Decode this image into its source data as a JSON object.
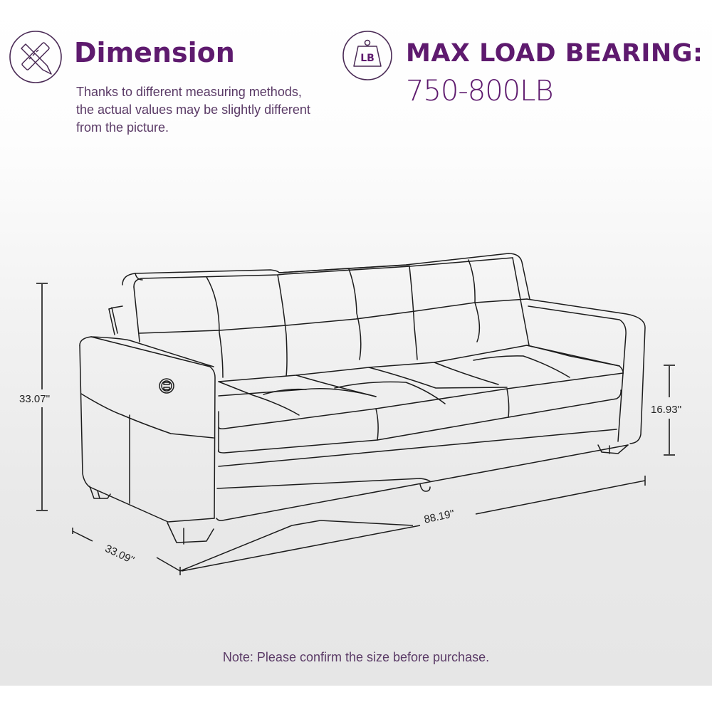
{
  "header": {
    "dimension": {
      "icon": "ruler-pencil-icon",
      "title": "Dimension",
      "description_lines": [
        "Thanks to different measuring methods,",
        "the actual values may be slightly different",
        "from the picture."
      ]
    },
    "load": {
      "icon": "weight-lb-icon",
      "icon_text": "LB",
      "title": "MAX LOAD BEARING:",
      "value": "750-800LB"
    }
  },
  "diagram": {
    "subject": "three-seat sofa line drawing",
    "dimensions": {
      "height": "33.07''",
      "depth": "33.09''",
      "width": "88.19''",
      "seat_height": "16.93''"
    }
  },
  "footer": {
    "note": "Note: Please confirm the size before purchase."
  },
  "colors": {
    "accent": "#5e1a6e",
    "text_body": "#5a3a66",
    "line": "#222222",
    "background_top": "#ffffff",
    "background_bottom": "#e6e6e6"
  }
}
